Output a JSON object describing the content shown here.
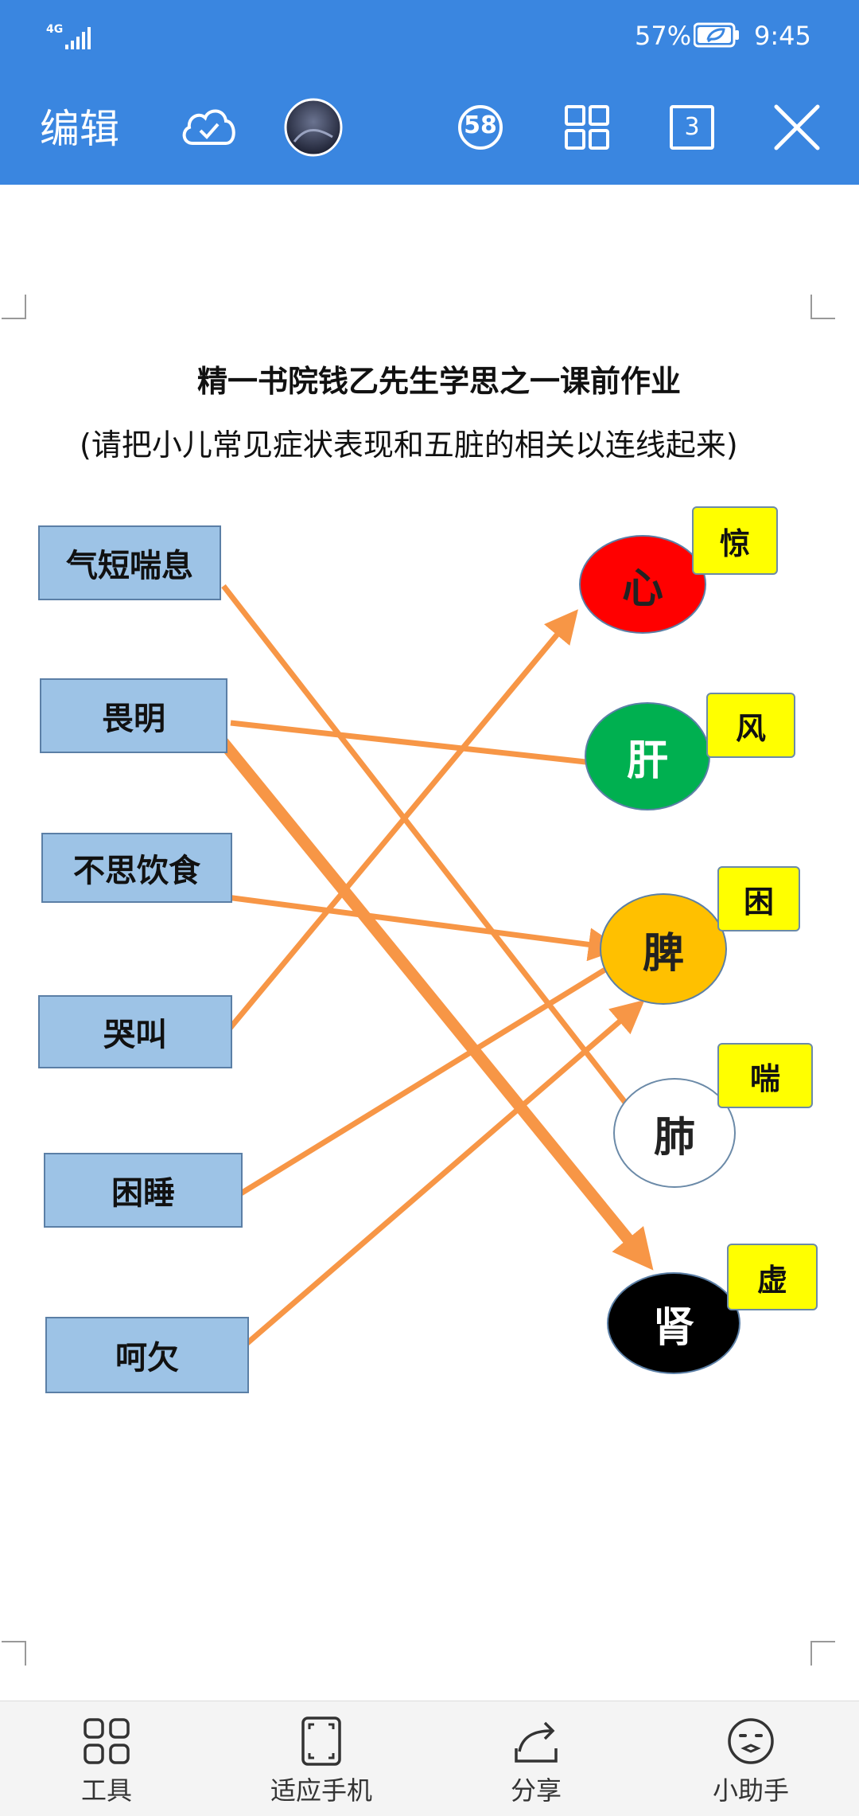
{
  "status": {
    "network": "4G",
    "battery": "57%",
    "time": "9:45"
  },
  "toolbar": {
    "edit_label": "编辑",
    "comment_count": "58",
    "page_count": "3"
  },
  "document": {
    "title": "精一书院钱乙先生学思之一课前作业",
    "subtitle": "(请把小儿常见症状表现和五脏的相关以连线起来)",
    "symptoms": [
      "气短喘息",
      "畏明",
      "不思饮食",
      "哭叫",
      "困睡",
      "呵欠"
    ],
    "organs": [
      "心",
      "肝",
      "脾",
      "肺",
      "肾"
    ],
    "tags": [
      "惊",
      "风",
      "困",
      "喘",
      "虚"
    ],
    "colors": {
      "heart": "#ff0000",
      "liver": "#00b050",
      "spleen": "#ffc000",
      "lung": "#ffffff",
      "kidney": "#000000",
      "tag": "#ffff00",
      "symptom": "#9dc3e6",
      "arrow": "#f79646"
    }
  },
  "bottom_bar": {
    "tools": "工具",
    "fit_phone": "适应手机",
    "share": "分享",
    "assistant": "小助手"
  }
}
